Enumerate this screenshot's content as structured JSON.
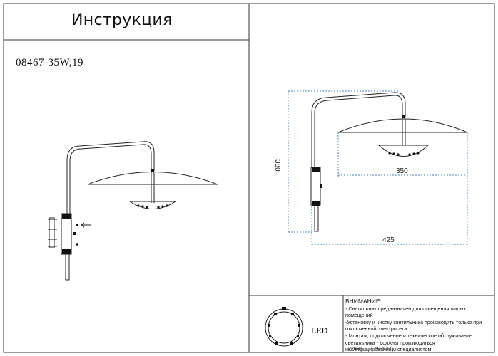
{
  "header": {
    "title": "Инструкция"
  },
  "product": {
    "model": "08467-35W,19"
  },
  "dimensions": {
    "height": "380",
    "shade_width": "350",
    "total_width": "425"
  },
  "light_source": {
    "label": "LED"
  },
  "notice": {
    "title": "ВНИМАНИЕ:",
    "lines": [
      "- Светильник предназначен для освещения жилых",
      "помещений",
      "-Установку и чистку светильника производить только при",
      "отключенной электросети.",
      "- Монтаж, подключение и техническое обслуживание",
      "светильника - должны производиться",
      "квалифицированным специалистом"
    ],
    "voltage": "220В",
    "frequency": "50-60Гц"
  }
}
